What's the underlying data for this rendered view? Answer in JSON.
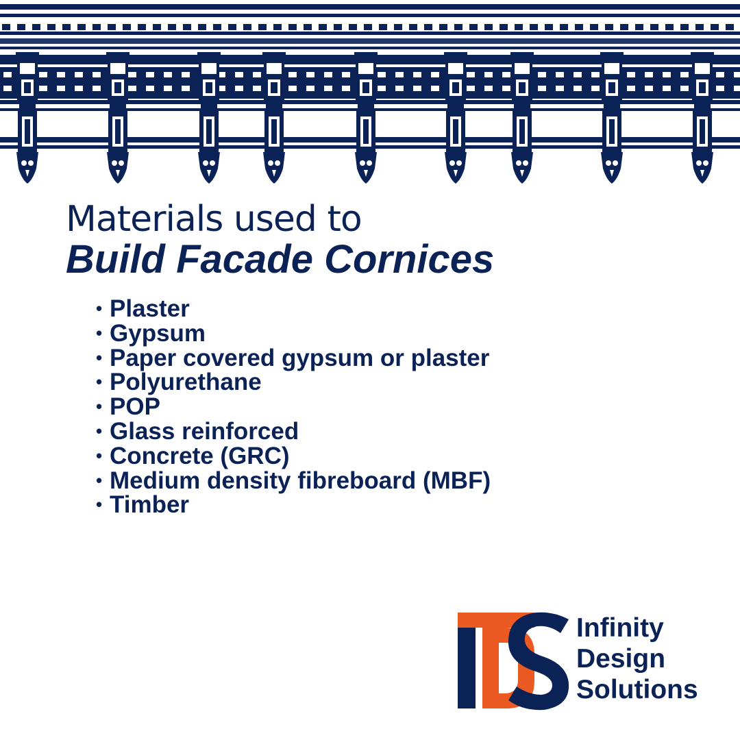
{
  "colors": {
    "navy": "#0b2257",
    "orange": "#ec5a24",
    "background": "#ffffff"
  },
  "header_image": {
    "icon": "ornamental-cornice-illustration"
  },
  "headline": {
    "line1": "Materials used to",
    "line2": "Build Facade Cornices"
  },
  "materials": [
    "Plaster",
    "Gypsum",
    "Paper covered gypsum or plaster",
    "Polyurethane",
    "POP",
    "Glass reinforced",
    "Concrete (GRC)",
    "Medium density fibreboard (MBF)",
    "Timber"
  ],
  "bullet_symbol": "•",
  "logo": {
    "mark_letters": "IDS",
    "words": [
      "Infinity",
      "Design",
      "Solutions"
    ]
  }
}
